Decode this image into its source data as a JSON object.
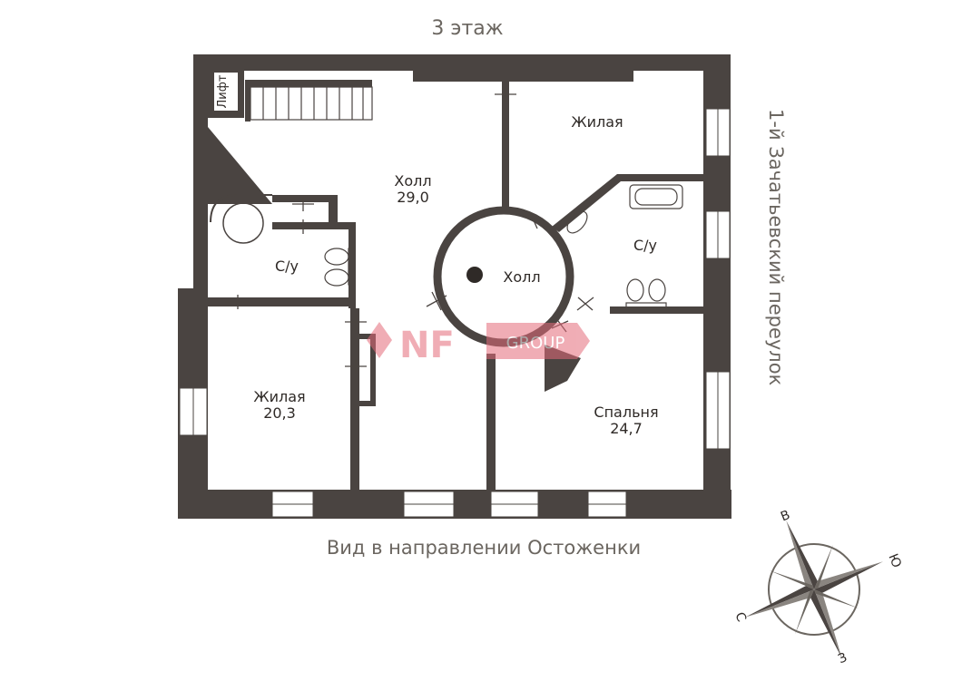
{
  "floor_title": "3 этаж",
  "street_side": "1-й Зачатьевский переулок",
  "bottom_caption": "Вид в направлении Остоженки",
  "rooms": {
    "hall_main": {
      "name": "Холл",
      "area": "29,0"
    },
    "living_top": {
      "name": "Жилая"
    },
    "hall_round": {
      "name": "Холл"
    },
    "bath_left": {
      "name": "С/у"
    },
    "bath_right": {
      "name": "С/у"
    },
    "living_left": {
      "name": "Жилая",
      "area": "20,3"
    },
    "bedroom": {
      "name": "Спальня",
      "area": "24,7"
    }
  },
  "lift_label": "Лифт",
  "watermark": {
    "brand": "NF",
    "suffix": "GROUP"
  },
  "compass": {
    "north": "С",
    "south": "Ю",
    "east": "В",
    "west": "З"
  },
  "colors": {
    "wall": "#4a4441",
    "text": "#2f2a27",
    "caption": "#6b6660",
    "watermark": "#e46b7a"
  }
}
